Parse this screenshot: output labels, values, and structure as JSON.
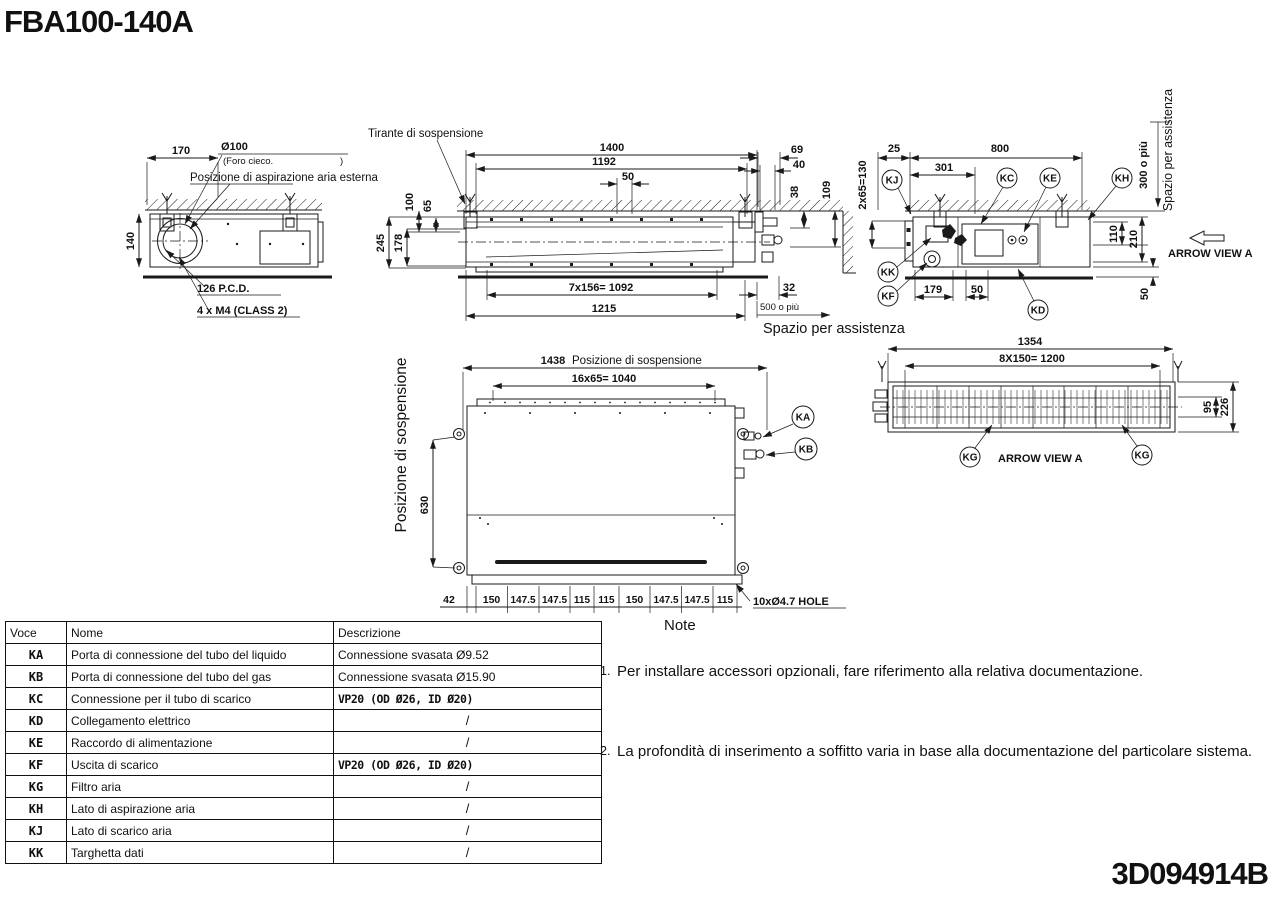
{
  "title": "FBA100-140A",
  "doc_number": "3D094914B",
  "views": {
    "side": {
      "dim_170": "170",
      "dim_d100": "Ø100",
      "foro_open": "(Foro cieco.",
      "foro_close": ")",
      "aspirazione": "Posizione di aspirazione aria esterna",
      "dim_140": "140",
      "pcd": "126 P.C.D.",
      "m4": "4 x M4 (CLASS 2)"
    },
    "front": {
      "tirante": "Tirante di sospensione",
      "dim_1400": "1400",
      "dim_1192": "1192",
      "dim_50": "50",
      "dim_100": "100",
      "dim_65": "65",
      "dim_245": "245",
      "dim_178": "178",
      "dim_69": "69",
      "dim_40": "40",
      "dim_38": "38",
      "dim_109": "109",
      "dim_7x156": "7x156= 1092",
      "dim_1215": "1215",
      "dim_32": "32",
      "dim_500": "500 o più",
      "spazio": "Spazio per assistenza"
    },
    "right": {
      "dim_25": "25",
      "dim_800": "800",
      "dim_301": "301",
      "dim_2x65": "2x65=130",
      "dim_179": "179",
      "dim_50a": "50",
      "dim_110": "110",
      "dim_210": "210",
      "dim_50b": "50",
      "dim_300": "300 o più",
      "spazio": "Spazio per assistenza",
      "arrow_view": "ARROW VIEW A",
      "kj": "KJ",
      "kc": "KC",
      "ke": "KE",
      "kh": "KH",
      "kk": "KK",
      "kf": "KF",
      "kd": "KD"
    },
    "plan": {
      "pos_v": "Posizione di sospensione",
      "dim_1438": "1438",
      "pos_h": "Posizione di sospensione",
      "dim_16x65": "16x65= 1040",
      "dim_630": "630",
      "chain": [
        "42",
        "150",
        "147.5",
        "147.5",
        "115",
        "115",
        "150",
        "147.5",
        "147.5",
        "115"
      ],
      "hole": "10xØ4.7 HOLE",
      "ka": "KA",
      "kb": "KB"
    },
    "arrow": {
      "dim_1354": "1354",
      "dim_8x150": "8X150= 1200",
      "dim_95": "95",
      "dim_226": "226",
      "kg1": "KG",
      "kg2": "KG",
      "arrow_view": "ARROW VIEW A"
    }
  },
  "table": {
    "headers": [
      "Voce",
      "Nome",
      "Descrizione"
    ],
    "rows": [
      {
        "code": "KA",
        "name": "Porta di connessione del tubo del liquido",
        "desc": "Connessione svasata Ø9.52"
      },
      {
        "code": "KB",
        "name": "Porta di connessione del tubo del gas",
        "desc": "Connessione svasata Ø15.90"
      },
      {
        "code": "KC",
        "name": "Connessione per il tubo di scarico",
        "desc": "VP20 (OD Ø26, ID Ø20)"
      },
      {
        "code": "KD",
        "name": "Collegamento elettrico",
        "desc": "/"
      },
      {
        "code": "KE",
        "name": "Raccordo di alimentazione",
        "desc": "/"
      },
      {
        "code": "KF",
        "name": "Uscita di scarico",
        "desc": "VP20 (OD Ø26, ID Ø20)"
      },
      {
        "code": "KG",
        "name": "Filtro aria",
        "desc": "/"
      },
      {
        "code": "KH",
        "name": "Lato di aspirazione aria",
        "desc": "/"
      },
      {
        "code": "KJ",
        "name": "Lato di scarico aria",
        "desc": "/"
      },
      {
        "code": "KK",
        "name": "Targhetta dati",
        "desc": "/"
      }
    ]
  },
  "notes": {
    "heading": "Note",
    "items": [
      {
        "num": "1.",
        "text": "Per installare accessori opzionali, fare riferimento alla relativa documentazione."
      },
      {
        "num": "2.",
        "text": "La profondità di inserimento a soffitto varia in base alla documentazione del particolare sistema."
      }
    ]
  }
}
